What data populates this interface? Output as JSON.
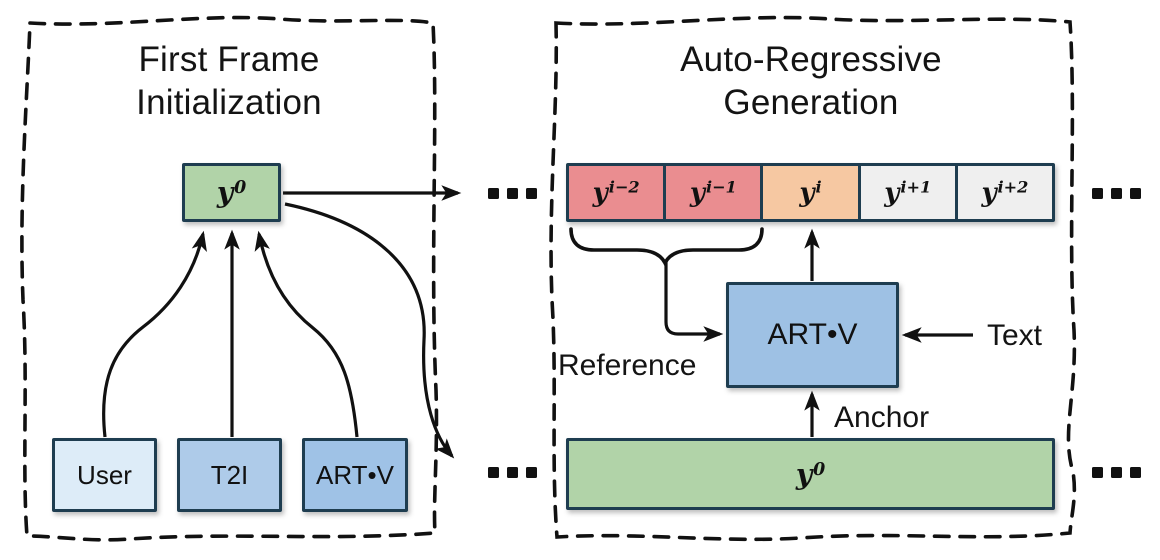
{
  "colors": {
    "ink": "#111111",
    "box_border": "#1e3d50",
    "green": "#b1d3a8",
    "red": "#ea8d90",
    "orange": "#f6c8a2",
    "gray": "#efefef",
    "blue_model": "#9ec1e4",
    "blue_user": "#ddecf8",
    "blue_t2i": "#aecbe9",
    "blue_artv": "#9fc2e6"
  },
  "left_panel": {
    "title_line1": "First Frame",
    "title_line2": "Initialization",
    "first_frame": {
      "base": "y",
      "sup": "0"
    },
    "sources": [
      {
        "label": "User",
        "color": "#ddecf8"
      },
      {
        "label": "T2I",
        "color": "#aecbe9"
      },
      {
        "label": "ART•V",
        "color": "#9fc2e6"
      }
    ]
  },
  "right_panel": {
    "title_line1": "Auto-Regressive",
    "title_line2": "Generation",
    "frames": [
      {
        "base": "y",
        "sup": "i−2",
        "color": "#ea8d90"
      },
      {
        "base": "y",
        "sup": "i−1",
        "color": "#ea8d90"
      },
      {
        "base": "y",
        "sup": "i",
        "color": "#f6c8a2"
      },
      {
        "base": "y",
        "sup": "i+1",
        "color": "#efefef"
      },
      {
        "base": "y",
        "sup": "i+2",
        "color": "#efefef"
      }
    ],
    "model_label": "ART•V",
    "reference_label": "Reference",
    "text_label": "Text",
    "anchor_label": "Anchor",
    "anchor_frame": {
      "base": "y",
      "sup": "0"
    }
  }
}
